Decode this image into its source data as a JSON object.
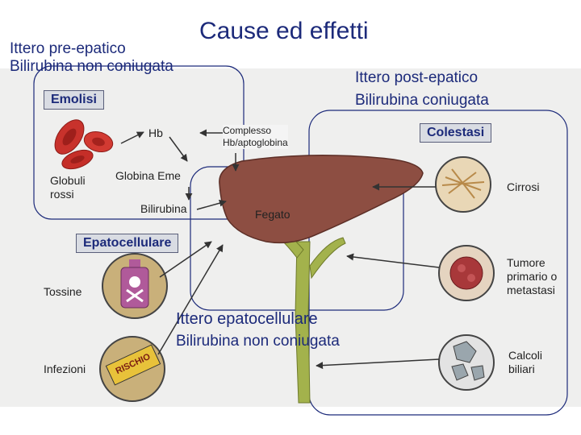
{
  "title": "Cause ed effetti",
  "pre_hepatic": {
    "title": "Ittero pre-epatico",
    "subtitle": "Bilirubina non coniugata"
  },
  "post_hepatic": {
    "title": "Ittero post-epatico",
    "subtitle": "Bilirubina coniugata"
  },
  "hepatocellular": {
    "title": "Ittero epatocellulare",
    "subtitle": "Bilirubina non coniugata"
  },
  "boxes": {
    "emolisi": "Emolisi",
    "epatocellulare": "Epatocellulare",
    "colestasi": "Colestasi"
  },
  "labels": {
    "hb": "Hb",
    "complesso_1": "Complesso",
    "complesso_2": "Hb/aptoglobina",
    "globuli_1": "Globuli",
    "globuli_2": "rossi",
    "globina_eme": "Globina  Eme",
    "bilirubina": "Bilirubina",
    "fegato": "Fegato",
    "tossine": "Tossine",
    "infezioni": "Infezioni",
    "cirrosi": "Cirrosi",
    "tumore_1": "Tumore",
    "tumore_2": "primario o",
    "tumore_3": "metastasi",
    "calcoli_1": "Calcoli",
    "calcoli_2": "biliari",
    "rischio": "RISCHIO"
  }
}
